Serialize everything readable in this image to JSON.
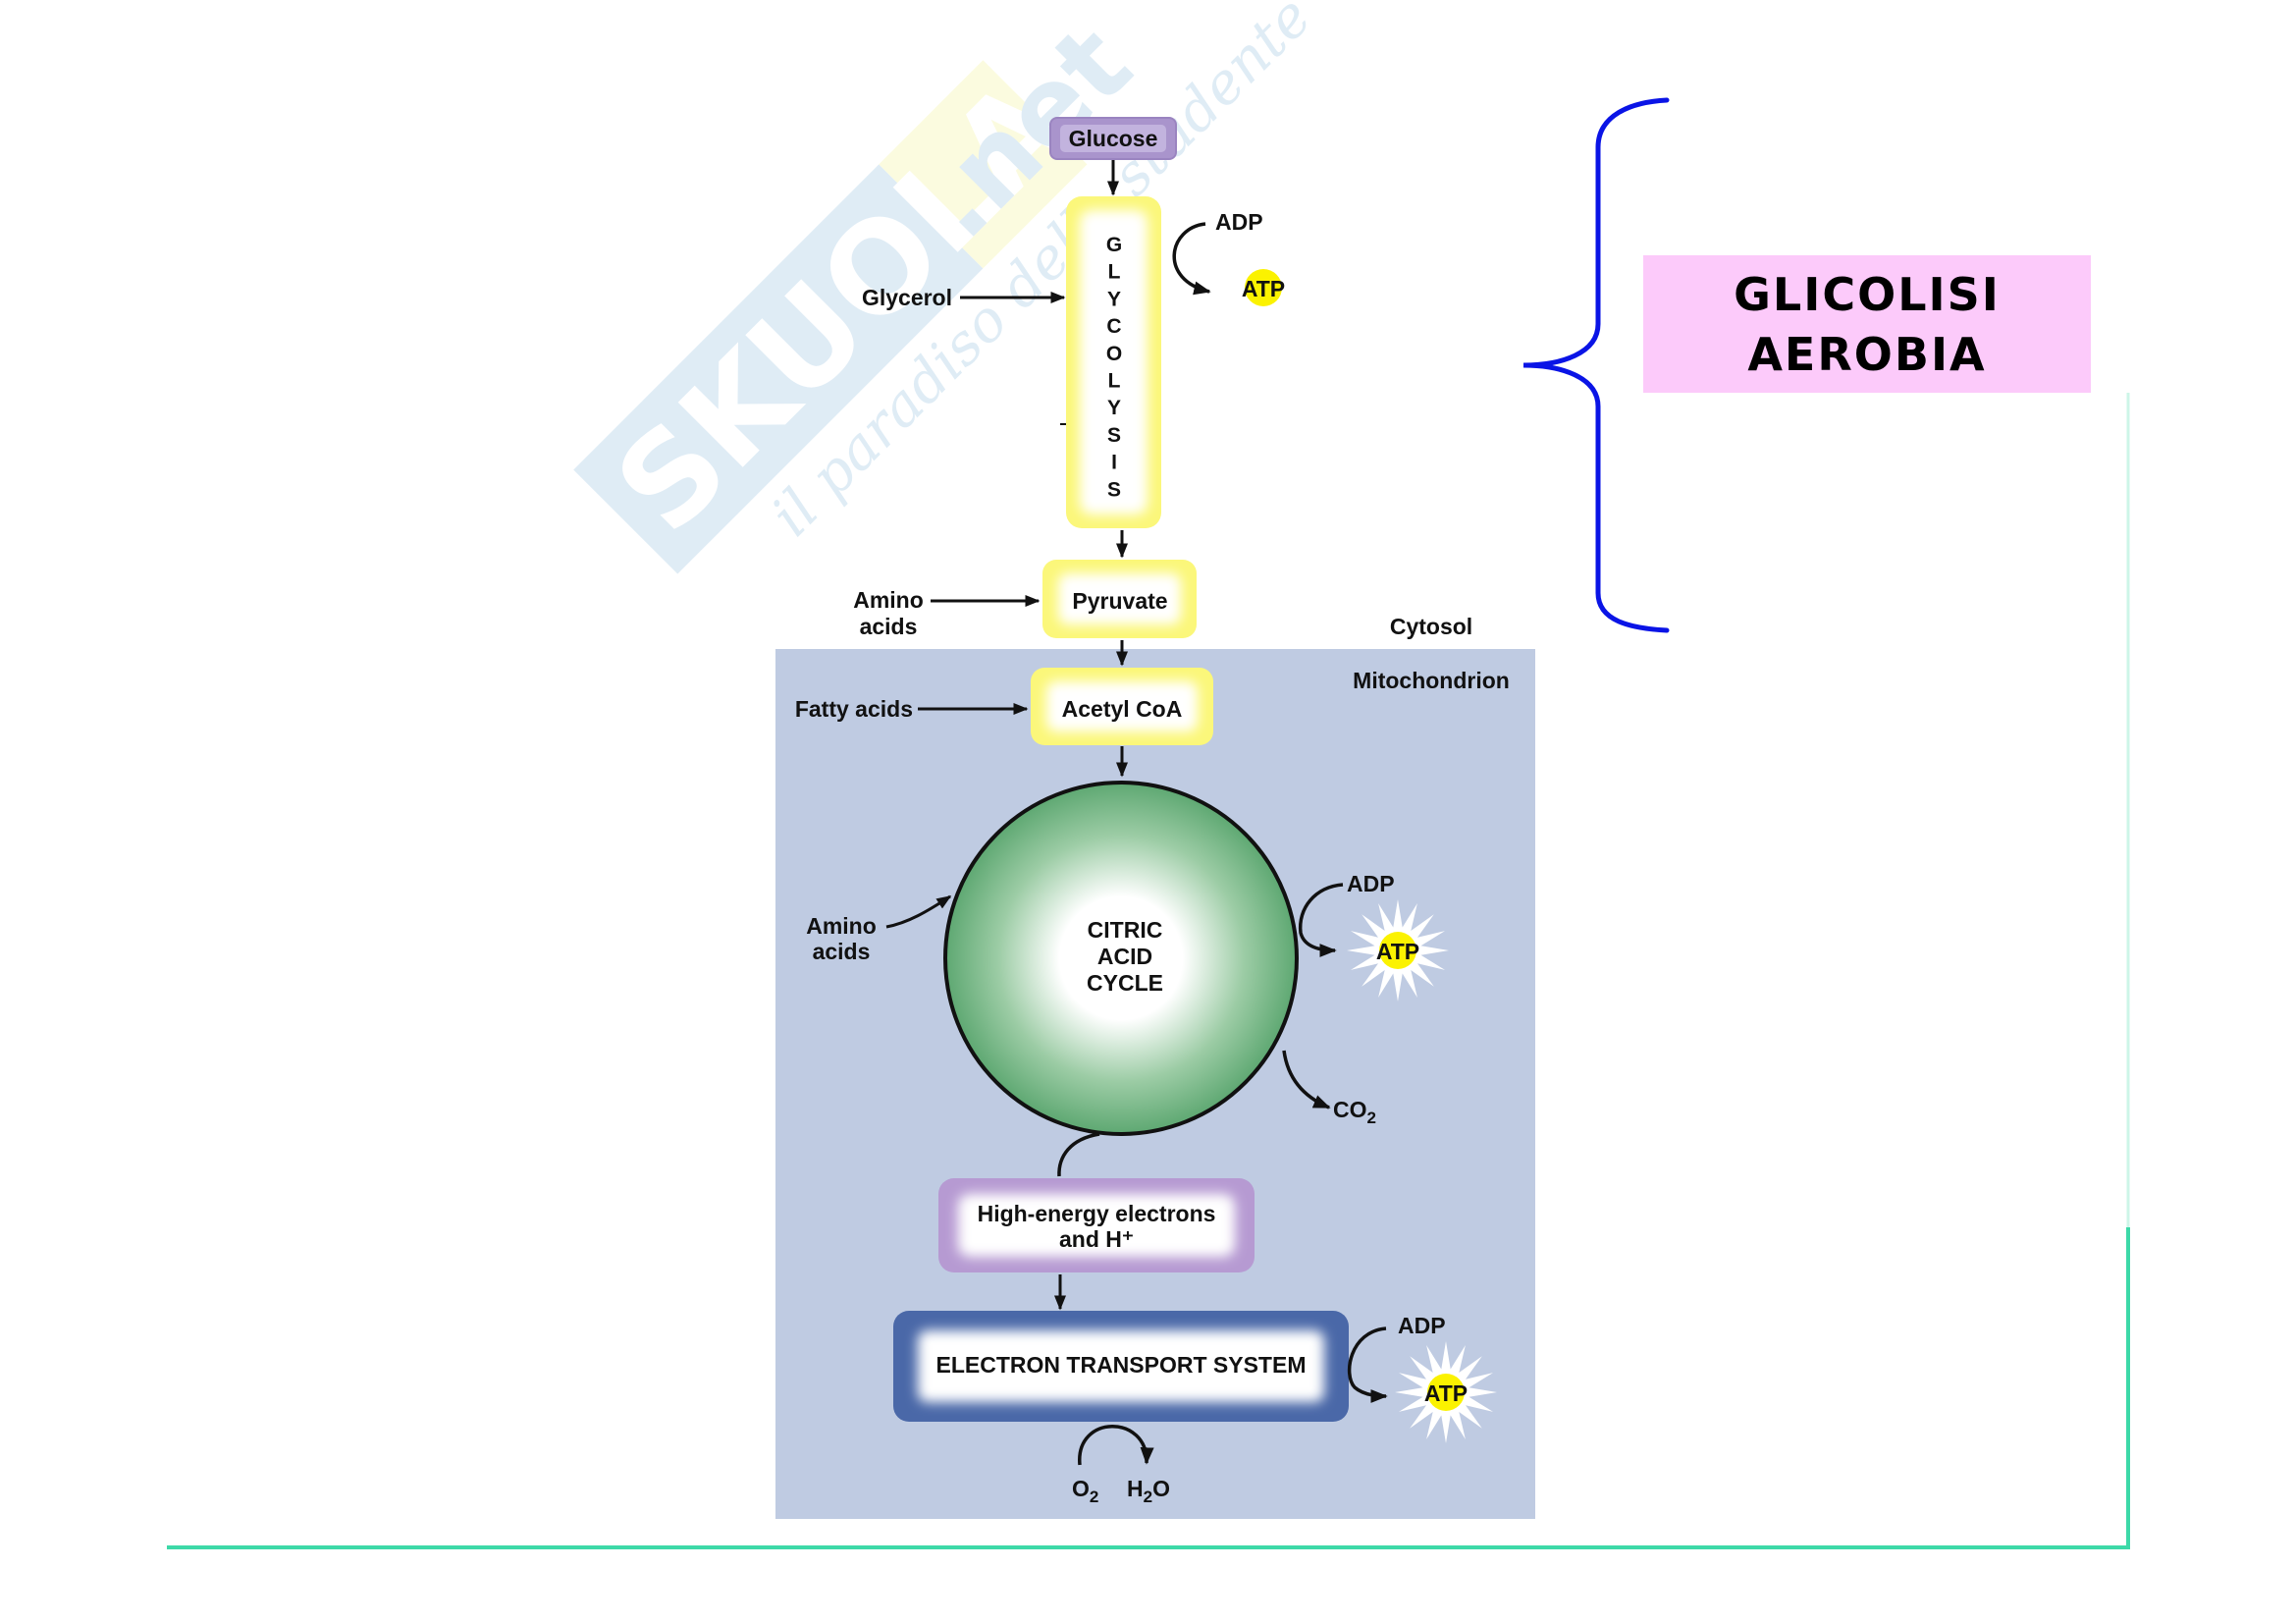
{
  "slide": {
    "title_box": {
      "line1": "GLICOLISI",
      "line2": "AEROBIA",
      "background_color": "#fccafa"
    },
    "brace_color": "#0a14e6",
    "frame_line_color": "#3dd9a8",
    "watermark": {
      "brand_left": "SKUOLA",
      "brand_right": ".net",
      "tagline": "il paradiso dello studente"
    }
  },
  "diagram": {
    "regions": {
      "cytosol": "Cytosol",
      "mitochondrion": "Mitochondrion",
      "mitochondrion_color": "#bfcbe2"
    },
    "nodes": {
      "glucose": "Glucose",
      "glycolysis_letters": [
        "G",
        "L",
        "Y",
        "C",
        "O",
        "L",
        "Y",
        "S",
        "I",
        "S"
      ],
      "pyruvate": "Pyruvate",
      "acetyl_coa": "Acetyl CoA",
      "citric_cycle": [
        "CITRIC",
        "ACID",
        "CYCLE"
      ],
      "high_energy": [
        "High-energy electrons",
        "and H⁺"
      ],
      "ets": "ELECTRON TRANSPORT SYSTEM"
    },
    "inputs": {
      "glycerol": "Glycerol",
      "amino_acids_top": [
        "Amino",
        "acids"
      ],
      "fatty_acids": "Fatty acids",
      "amino_acids_cycle": [
        "Amino",
        "acids"
      ]
    },
    "products": {
      "glycolysis_adp": "ADP",
      "glycolysis_atp": "ATP",
      "cycle_adp": "ADP",
      "cycle_atp": "ATP",
      "co2": "CO",
      "co2_sub": "2",
      "ets_adp": "ADP",
      "ets_atp": "ATP",
      "o2": "O",
      "o2_sub": "2",
      "h2o_h": "H",
      "h2o_sub": "2",
      "h2o_o": "O"
    }
  }
}
